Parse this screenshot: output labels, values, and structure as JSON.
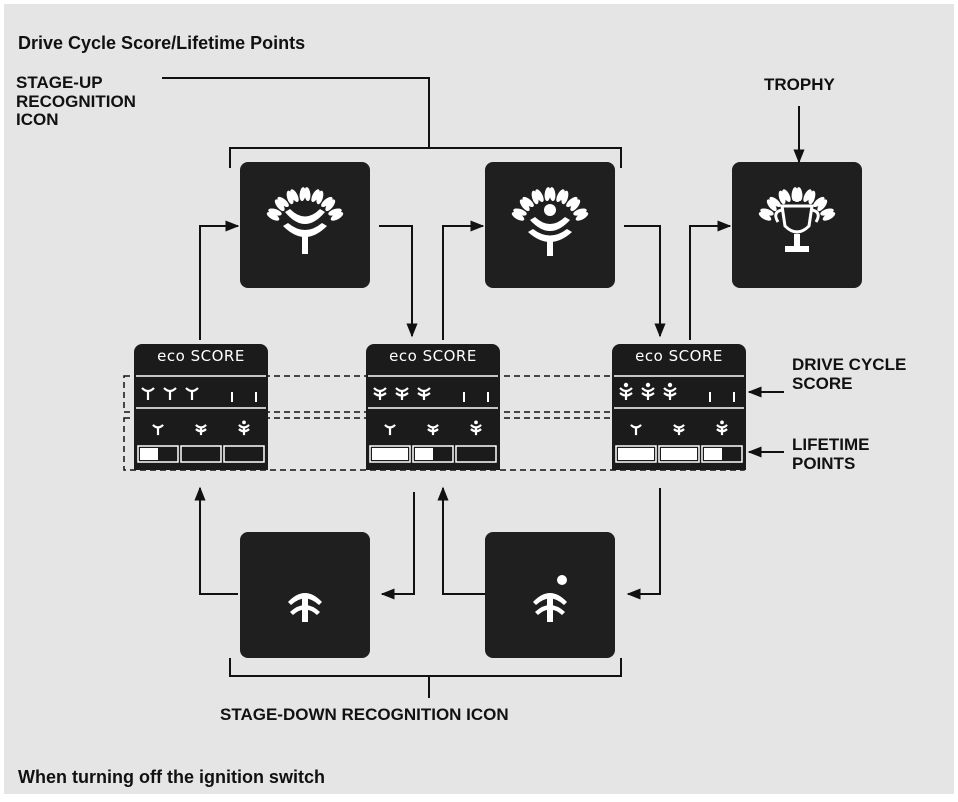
{
  "title": "Drive Cycle Score/Lifetime Points",
  "labels": {
    "stage_up": [
      "STAGE-UP",
      "RECOGNITION",
      "ICON"
    ],
    "trophy": "TROPHY",
    "drive_cycle_score": [
      "DRIVE CYCLE",
      "SCORE"
    ],
    "lifetime_points": [
      "LIFETIME",
      "POINTS"
    ],
    "stage_down": "STAGE-DOWN RECOGNITION ICON"
  },
  "footer": "When turning off the ignition switch",
  "panel": {
    "header_eco": "eco",
    "header_score": "SCORE"
  },
  "panels": [
    {
      "stage": 1,
      "lifetime_fill": [
        0.5,
        0,
        0
      ]
    },
    {
      "stage": 2,
      "lifetime_fill": [
        1,
        0.5,
        0
      ]
    },
    {
      "stage": 3,
      "lifetime_fill": [
        1,
        1,
        0.5
      ]
    }
  ],
  "icons": {
    "stage_up_1": "laurel-stage-2-icon",
    "stage_up_2": "laurel-stage-3-icon",
    "trophy": "trophy-icon",
    "stage_down_1": "sprout-icon",
    "stage_down_2": "sprout-with-dot-icon"
  },
  "colors": {
    "background": "#e5e5e5",
    "tile": "#1f1f1f",
    "line": "#111111",
    "icon": "#ffffff"
  }
}
